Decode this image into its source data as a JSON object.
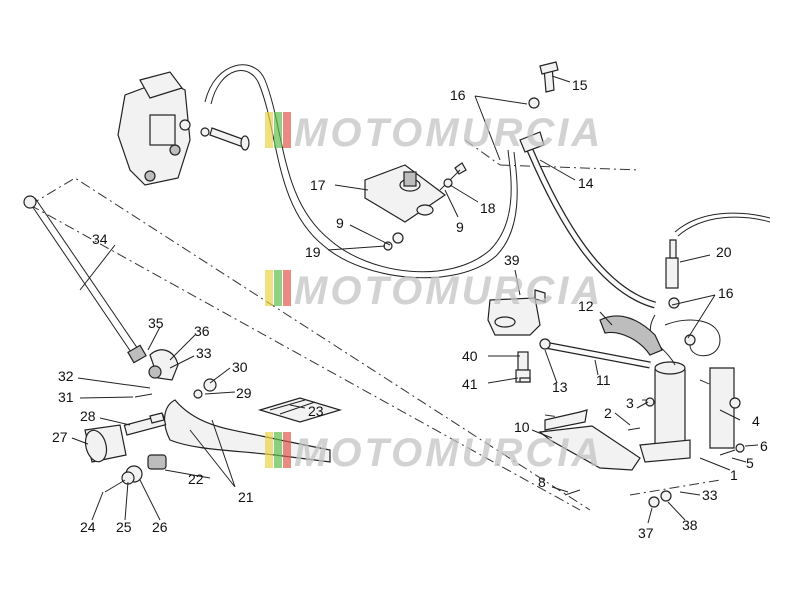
{
  "watermark": {
    "text": "MOTOMURCIA",
    "stripe_colors": [
      "#e9d34a",
      "#5fbf4e",
      "#e05a4a"
    ]
  },
  "callouts": {
    "c1": "1",
    "c2": "2",
    "c3": "3",
    "c4": "4",
    "c5": "5",
    "c6": "6",
    "c8": "8",
    "c9a": "9",
    "c9b": "9",
    "c10": "10",
    "c11": "11",
    "c12": "12",
    "c13": "13",
    "c14": "14",
    "c15": "15",
    "c16a": "16",
    "c16b": "16",
    "c17": "17",
    "c18": "18",
    "c19": "19",
    "c20": "20",
    "c21": "21",
    "c22": "22",
    "c23": "23",
    "c24": "24",
    "c25": "25",
    "c26": "26",
    "c27": "27",
    "c28": "28",
    "c29": "29",
    "c30": "30",
    "c31": "31",
    "c32": "32",
    "c33a": "33",
    "c33b": "33",
    "c34": "34",
    "c35": "35",
    "c36": "36",
    "c37": "37",
    "c38": "38",
    "c39": "39",
    "c40": "40",
    "c41": "41"
  }
}
